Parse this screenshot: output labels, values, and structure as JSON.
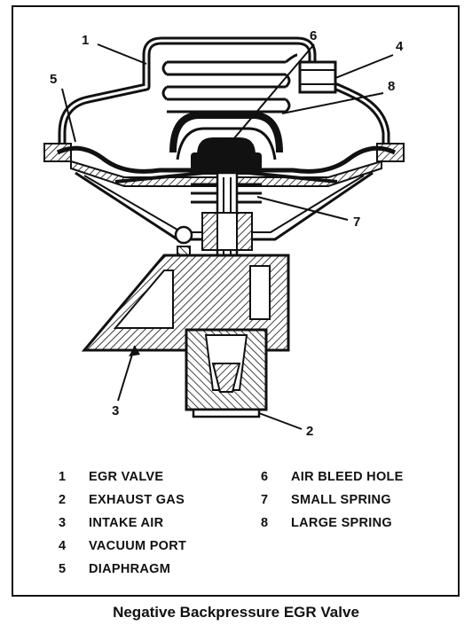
{
  "diagram": {
    "callouts": [
      "1",
      "6",
      "4",
      "5",
      "8",
      "7",
      "3",
      "2"
    ]
  },
  "legend": {
    "left": [
      {
        "num": "1",
        "label": "EGR VALVE"
      },
      {
        "num": "2",
        "label": "EXHAUST GAS"
      },
      {
        "num": "3",
        "label": "INTAKE AIR"
      },
      {
        "num": "4",
        "label": "VACUUM PORT"
      },
      {
        "num": "5",
        "label": "DIAPHRAGM"
      }
    ],
    "right": [
      {
        "num": "6",
        "label": "AIR BLEED HOLE"
      },
      {
        "num": "7",
        "label": "SMALL SPRING"
      },
      {
        "num": "8",
        "label": "LARGE SPRING"
      }
    ]
  },
  "caption": "Negative Backpressure EGR Valve"
}
